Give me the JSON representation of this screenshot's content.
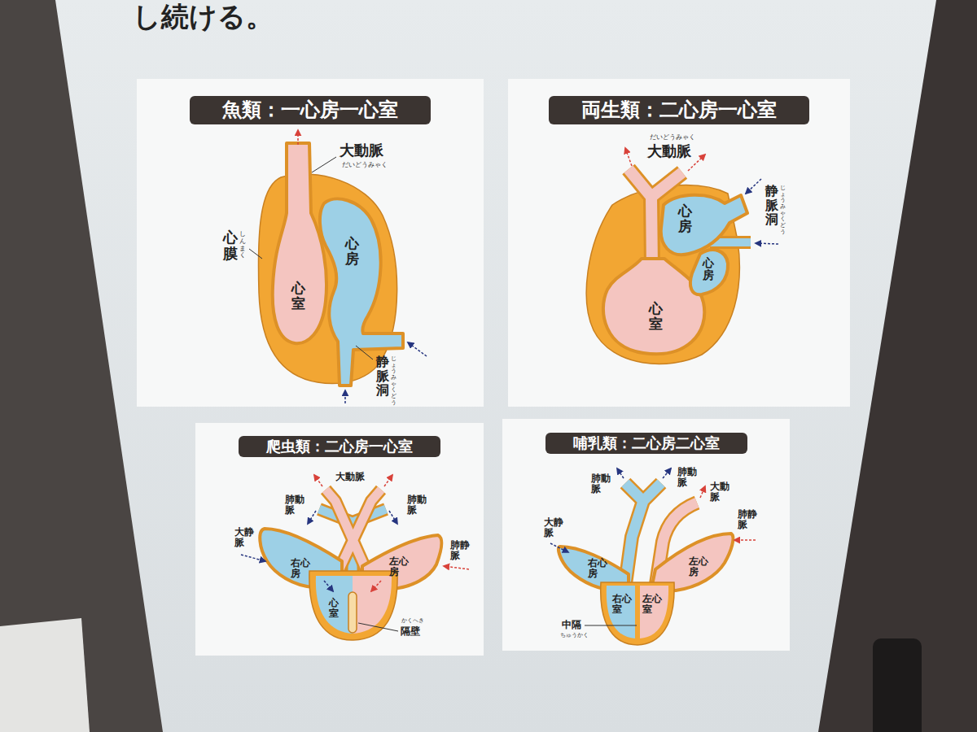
{
  "diagram": {
    "nodes": [
      {
        "text": [
          "魚類：一心房一心室"
        ]
      },
      {
        "text": [
          "心房"
        ],
        "in": 0
      },
      {
        "text": [
          "心室"
        ],
        "in": 0
      },
      {
        "text": [
          "両生類：二心房一心室"
        ]
      },
      {
        "text": [
          "心房"
        ],
        "in": 3
      },
      {
        "text": [
          "心房"
        ],
        "in": 3
      },
      {
        "text": [
          "心室"
        ],
        "in": 3
      },
      {
        "text": [
          "爬虫類：二心房一心室"
        ]
      },
      {
        "text": [
          "右心房"
        ],
        "in": 7
      },
      {
        "text": [
          "左心房"
        ],
        "in": 7
      },
      {
        "text": [
          "心室"
        ],
        "in": 7
      },
      {
        "text": [
          "哺乳類：二心房二心室"
        ]
      },
      {
        "text": [
          "右心房"
        ],
        "in": 11
      },
      {
        "text": [
          "左心房"
        ],
        "in": 11
      },
      {
        "text": [
          "右心室"
        ],
        "in": 11
      },
      {
        "text": [
          "左心室"
        ],
        "in": 11
      }
    ],
    "labels": [
      "し続ける。",
      "大動脈",
      "だいどうみゃく",
      "心膜",
      "しんまく",
      "静脈洞",
      "じょうみゃくどう",
      "大動脈",
      "だいどうみゃく",
      "静脈洞",
      "じょうみゃくどう",
      "大動脈",
      "肺動脈",
      "肺動脈",
      "大静脈",
      "肺静脈",
      "隔壁",
      "かくへき",
      "肺動脈",
      "肺動脈",
      "大動脈",
      "大静脈",
      "肺静脈",
      "中隔",
      "ちゅうかく"
    ]
  }
}
